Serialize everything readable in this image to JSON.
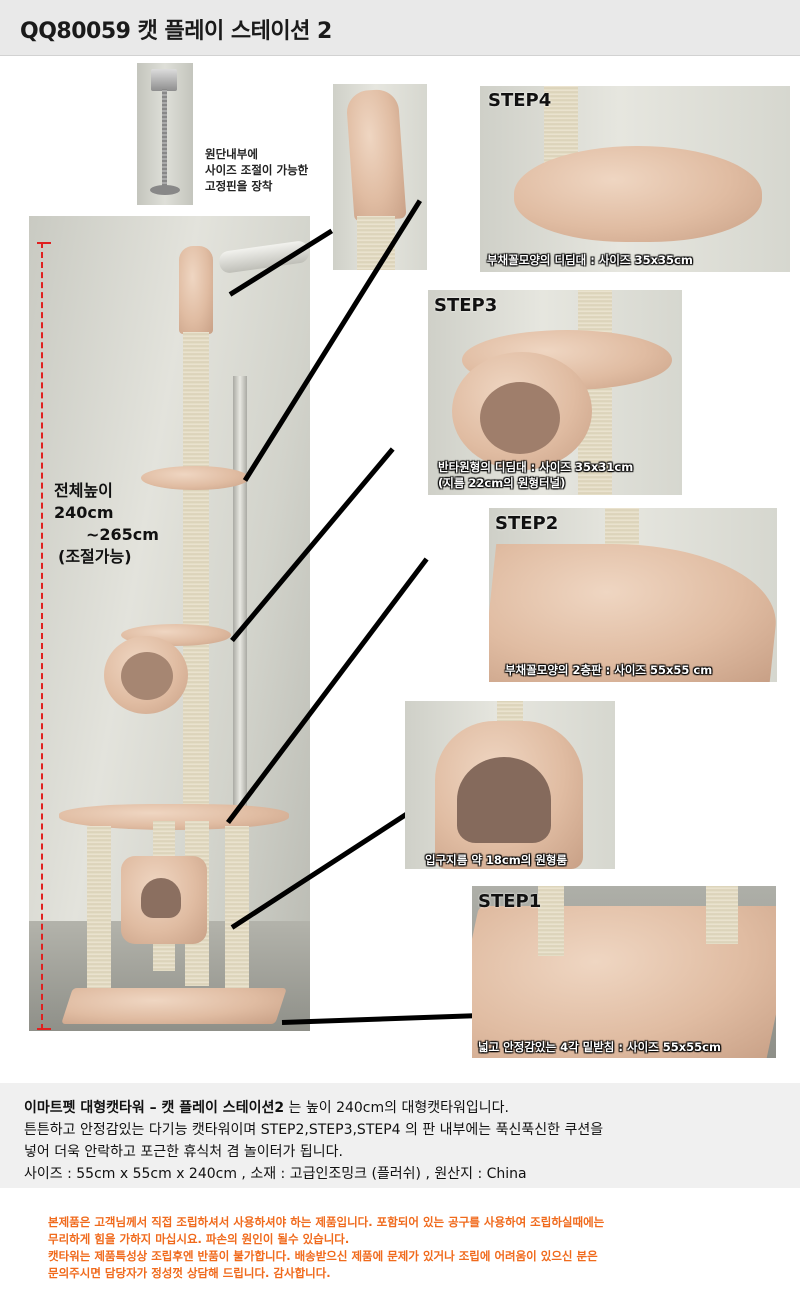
{
  "header": {
    "title": "QQ80059 캣 플레이 스테이션 2"
  },
  "pin": {
    "caption": [
      "원단내부에",
      "사이즈 조절이 가능한",
      "고정핀을 장착"
    ]
  },
  "height": {
    "lines": [
      "전체높이",
      "240cm",
      "~265cm",
      "(조절가능)"
    ]
  },
  "steps": [
    {
      "label": "STEP4",
      "caption": "부채꼴모양의 디딤대 : 사이즈 35x35cm"
    },
    {
      "label": "STEP3",
      "caption": "반타원형의 디딤대 : 사이즈 35x31cm",
      "sub": "(지름 22cm의 원형터널)"
    },
    {
      "label": "STEP2",
      "caption": "부채꼴모양의 2층판 : 사이즈 55x55 cm"
    },
    {
      "label": "",
      "caption": "입구지름 약 18cm의 원형룸"
    },
    {
      "label": "STEP1",
      "caption": "넓고 안정감있는 4각 밑받침 : 사이즈 55x55cm"
    }
  ],
  "info": {
    "line1_bold": "이마트펫 대형캣타워 – 캣 플레이 스테이션2",
    "line1_rest": " 는 높이 240cm의 대형캣타워입니다.",
    "line2": "튼튼하고 안정감있는 다기능 캣타워이며 STEP2,STEP3,STEP4 의 판 내부에는 푹신푹신한 쿠션을",
    "line3": "넣어 더욱 안락하고 포근한 휴식처 겸 놀이터가 됩니다.",
    "line4": "사이즈 : 55cm x 55cm x 240cm  ,  소재 : 고급인조밍크 (플러쉬)  ,  원산지 : China"
  },
  "notice": [
    "본제품은 고객님께서 직접 조립하셔서 사용하셔야 하는 제품입니다. 포함되어 있는 공구를 사용하여 조립하실때에는",
    "무리하게 힘을 가하지 마십시요. 파손의 원인이 될수 있습니다.",
    "캣타워는 제품특성상 조립후엔 반품이 불가합니다. 배송받으신 제품에 문제가 있거나 조립에 어려움이 있으신 분은",
    "문의주시면 담당자가 정성껏 상담해 드립니다. 감사합니다."
  ],
  "colors": {
    "accent_red": "#e02020",
    "notice_orange": "#f06a1c",
    "plush": "#e0bca2",
    "sisal": "#e8e1cc"
  }
}
